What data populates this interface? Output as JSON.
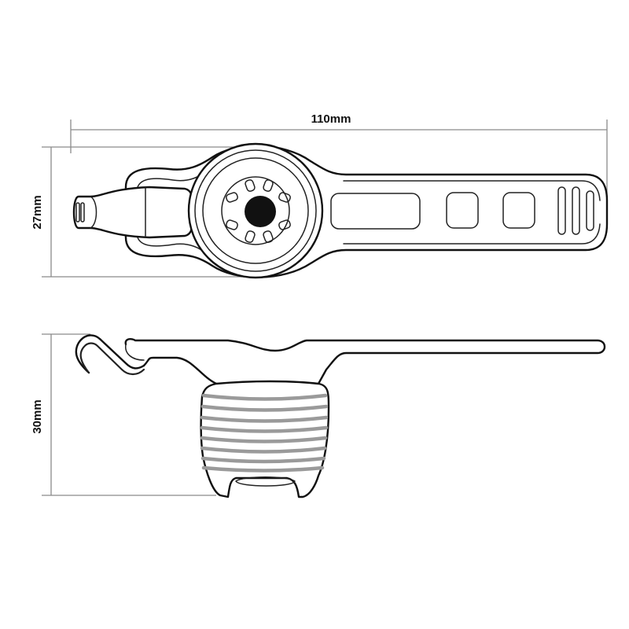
{
  "dimensions": {
    "length": "110mm",
    "width": "27mm",
    "height": "30mm"
  },
  "views": {
    "top": "top-view",
    "side": "side-view"
  },
  "colors": {
    "outline": "#111111",
    "dimension_line": "#8a8a8a",
    "stripe": "#9a9a9a",
    "lens": "#111111"
  }
}
